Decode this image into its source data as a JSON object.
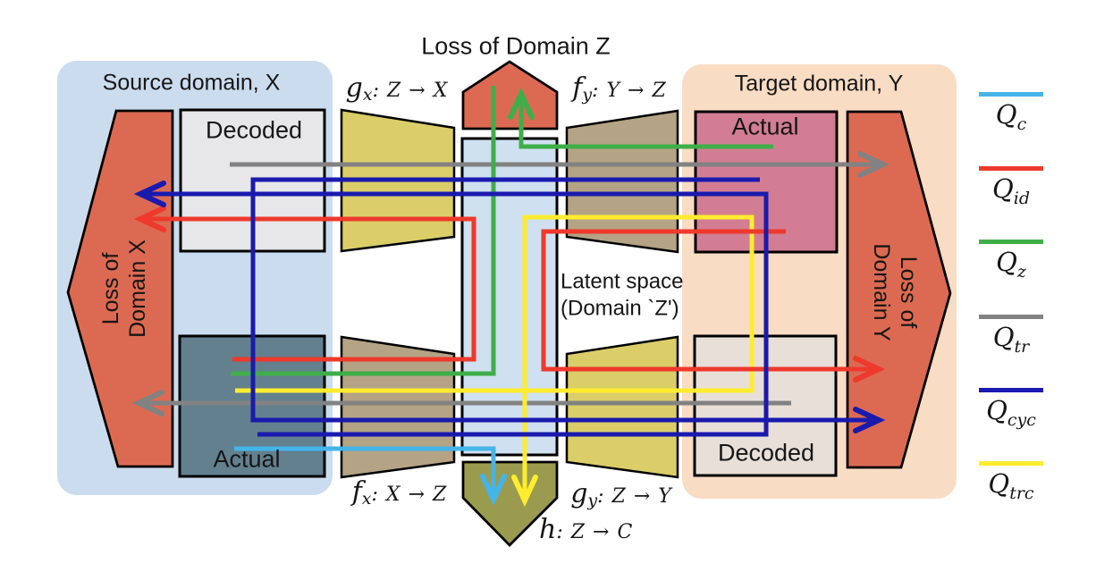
{
  "figure": {
    "background": "#ffffff"
  },
  "source_panel": {
    "title": "Source domain, X",
    "decoded_label": "Decoded",
    "actual_label": "Actual",
    "loss_line1": "Loss of",
    "loss_line2": "Domain X"
  },
  "target_panel": {
    "title": "Target domain, Y",
    "actual_label": "Actual",
    "decoded_label": "Decoded",
    "loss_line1": "Loss of",
    "loss_line2": "Domain Y"
  },
  "center": {
    "loss_z_label": "Loss of Domain Z",
    "latent_line1": "Latent space",
    "latent_line2": "(Domain `Z')"
  },
  "mappings": {
    "gx": {
      "f": "g",
      "sub": "x",
      "rest": ": Z → X"
    },
    "fy": {
      "f": "f",
      "sub": "y",
      "rest": ": Y → Z"
    },
    "fx": {
      "f": "f",
      "sub": "x",
      "rest": ": X → Z"
    },
    "gy": {
      "f": "g",
      "sub": "y",
      "rest": ": Z → Y"
    },
    "h": {
      "f": "h",
      "sub": "",
      "rest": ": Z → C"
    }
  },
  "legend": {
    "items": [
      {
        "main": "Q",
        "sub": "c"
      },
      {
        "main": "Q",
        "sub": "id"
      },
      {
        "main": "Q",
        "sub": "z"
      },
      {
        "main": "Q",
        "sub": "tr"
      },
      {
        "main": "Q",
        "sub": "cyc"
      },
      {
        "main": "Q",
        "sub": "trc"
      }
    ]
  },
  "colors": {
    "q_c": "#45b4e8",
    "q_id": "#ee392c",
    "q_z": "#3fae49",
    "q_tr": "#828282",
    "q_cyc": "#1a1aae",
    "q_trc": "#ffec2e",
    "panel_source": "#cbdcee",
    "panel_target": "#f8dcc3",
    "loss_shape": "#dc6a52",
    "classifier": "#9a9b4e",
    "latent": "#cfe0f0",
    "encoder": "#b4a384",
    "decoder": "#dbce68",
    "decoded_x": "#e7e6e8",
    "actual_x": "#63808e",
    "actual_y": "#d27d93",
    "decoded_y": "#e8dfd9"
  }
}
